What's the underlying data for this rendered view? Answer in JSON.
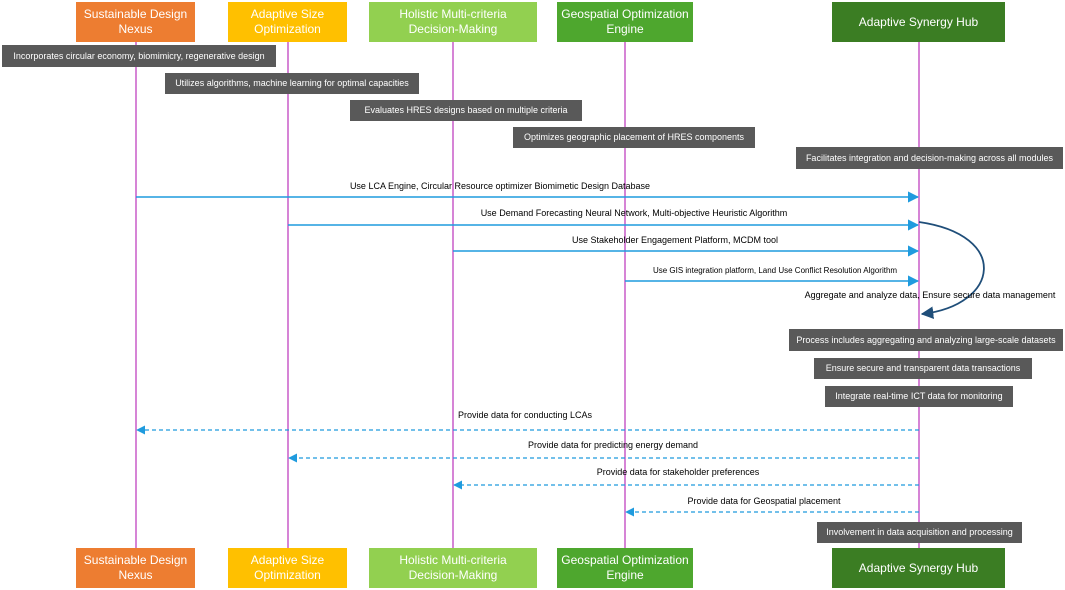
{
  "participants": [
    {
      "label": "Sustainable Design Nexus",
      "color": "#ED7D31"
    },
    {
      "label": "Adaptive Size Optimization",
      "color": "#FFC000"
    },
    {
      "label": "Holistic Multi-criteria Decision-Making",
      "color": "#92D050"
    },
    {
      "label": "Geospatial Optimization Engine",
      "color": "#4EA72E"
    },
    {
      "label": "Adaptive Synergy Hub",
      "color": "#3B7D23"
    }
  ],
  "lifeline_color": "#CC66CC",
  "arrow_color": "#1F9BDE",
  "self_arrow_color": "#1F4E79",
  "note_color": "#595959",
  "notes": [
    "Incorporates circular economy, biomimicry, regenerative design",
    "Utilizes algorithms, machine learning for optimal capacities",
    "Evaluates HRES designs based on multiple criteria",
    "Optimizes geographic placement of HRES components",
    "Facilitates integration and decision-making across all modules",
    "Process includes aggregating and analyzing large-scale datasets",
    "Ensure secure and transparent data transactions",
    "Integrate real-time ICT data for monitoring",
    "Involvement in data acquisition and processing"
  ],
  "requests": [
    "Use LCA Engine, Circular Resource optimizer Biomimetic Design Database",
    "Use Demand Forecasting Neural Network, Multi-objective Heuristic Algorithm",
    "Use Stakeholder Engagement Platform, MCDM tool",
    "Use GIS integration platform, Land Use Conflict Resolution Algorithm"
  ],
  "self_message": "Aggregate and analyze data, Ensure secure data management",
  "responses": [
    "Provide data for conducting LCAs",
    "Provide data for predicting energy demand",
    "Provide data for stakeholder preferences",
    "Provide data for Geospatial placement"
  ]
}
